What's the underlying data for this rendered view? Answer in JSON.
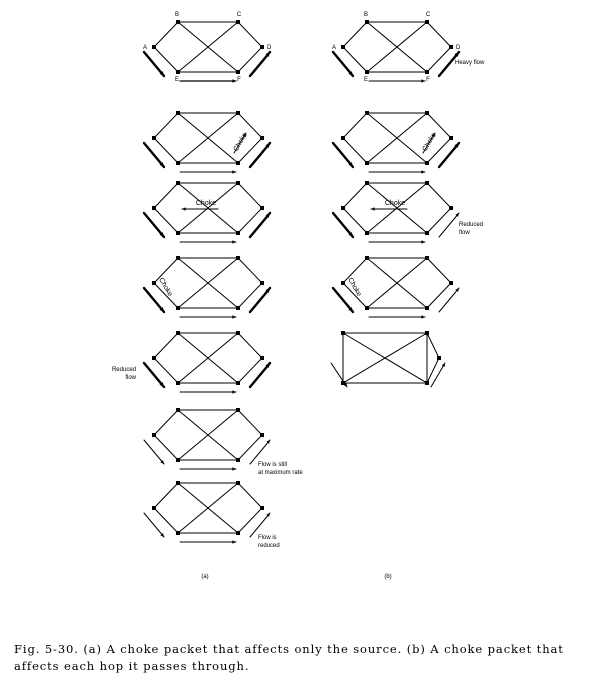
{
  "figure": {
    "node_labels": {
      "B": "B",
      "C": "C",
      "A": "A",
      "D": "D",
      "E": "E",
      "F": "F"
    },
    "choke_label": "Choke",
    "reduced_flow_label": [
      "Reduced",
      "flow"
    ],
    "heavy_flow_label": "Heavy flow",
    "flow_still_label": [
      "Flow is still",
      "at maximum rate"
    ],
    "flow_reduced_label": [
      "Flow is",
      "reduced"
    ],
    "panel_labels": {
      "a": "(a)",
      "b": "(b)"
    }
  },
  "caption": {
    "text": "Fig. 5-30. (a) A choke packet that affects only the source. (b) A choke packet that affects each hop it passes through."
  }
}
